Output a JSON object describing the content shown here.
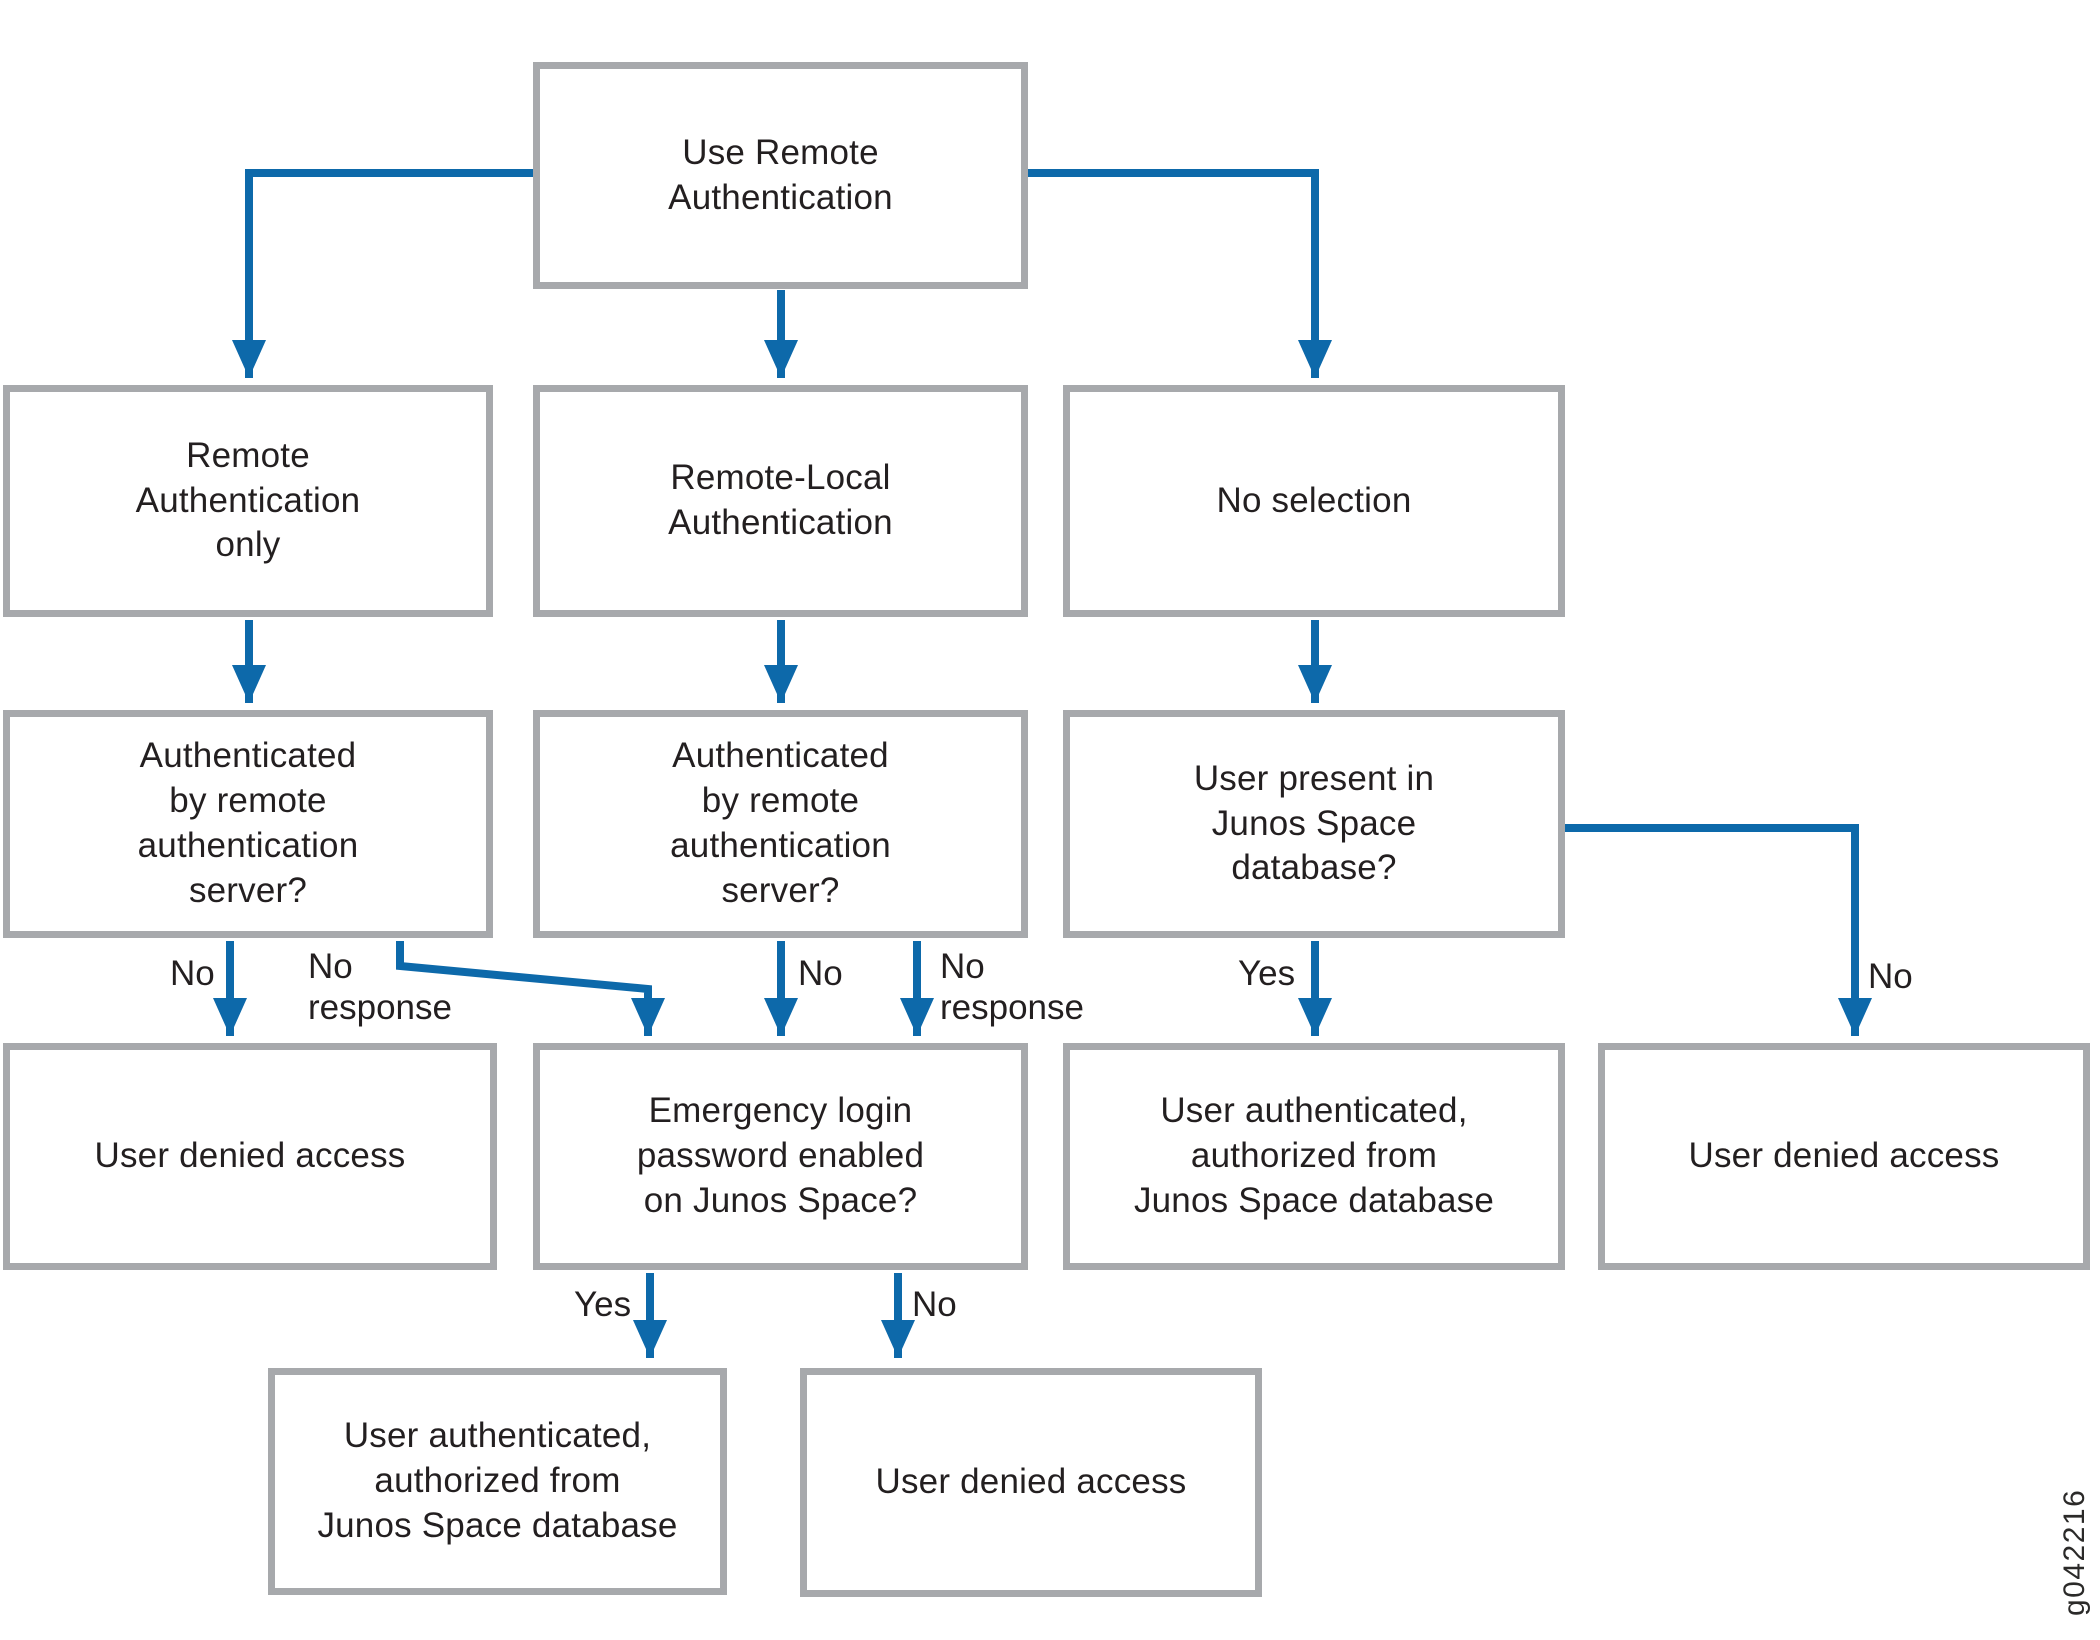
{
  "figure": {
    "watermark": "g042216"
  },
  "colors": {
    "line_blue": "#0d69aa",
    "box_border_gray": "#a7a9ac",
    "text_dark": "#231f20"
  },
  "nodes": {
    "use_remote_auth": {
      "label": "Use Remote\nAuthentication"
    },
    "remote_auth_only": {
      "label": "Remote\nAuthentication\nonly"
    },
    "remote_local_auth": {
      "label": "Remote-Local\nAuthentication"
    },
    "no_selection": {
      "label": "No selection"
    },
    "auth_by_remote_server_left": {
      "label": "Authenticated\nby remote\nauthentication\nserver?"
    },
    "auth_by_remote_server_mid": {
      "label": "Authenticated\nby remote\nauthentication\nserver?"
    },
    "user_present_in_db": {
      "label": "User present in\nJunos Space\ndatabase?"
    },
    "user_denied_left": {
      "label": "User denied access"
    },
    "emergency_login": {
      "label": "Emergency login\npassword enabled\non Junos Space?"
    },
    "user_auth_from_db_right": {
      "label": "User authenticated,\nauthorized from\nJunos Space database"
    },
    "user_denied_far_right": {
      "label": "User denied access"
    },
    "user_auth_from_db_bottom": {
      "label": "User authenticated,\nauthorized from\nJunos Space database"
    },
    "user_denied_bottom": {
      "label": "User denied access"
    }
  },
  "edges": [
    {
      "from": "use_remote_auth",
      "to": "remote_auth_only",
      "label": ""
    },
    {
      "from": "use_remote_auth",
      "to": "remote_local_auth",
      "label": ""
    },
    {
      "from": "use_remote_auth",
      "to": "no_selection",
      "label": ""
    },
    {
      "from": "remote_auth_only",
      "to": "auth_by_remote_server_left",
      "label": ""
    },
    {
      "from": "remote_local_auth",
      "to": "auth_by_remote_server_mid",
      "label": ""
    },
    {
      "from": "no_selection",
      "to": "user_present_in_db",
      "label": ""
    },
    {
      "from": "auth_by_remote_server_left",
      "to": "user_denied_left",
      "label": "No"
    },
    {
      "from": "auth_by_remote_server_left",
      "to": "emergency_login",
      "label": "No\nresponse"
    },
    {
      "from": "auth_by_remote_server_mid",
      "to": "emergency_login",
      "label": "No"
    },
    {
      "from": "auth_by_remote_server_mid",
      "to": "emergency_login",
      "label": "No\nresponse"
    },
    {
      "from": "user_present_in_db",
      "to": "user_auth_from_db_right",
      "label": "Yes"
    },
    {
      "from": "user_present_in_db",
      "to": "user_denied_far_right",
      "label": "No"
    },
    {
      "from": "emergency_login",
      "to": "user_auth_from_db_bottom",
      "label": "Yes"
    },
    {
      "from": "emergency_login",
      "to": "user_denied_bottom",
      "label": "No"
    }
  ]
}
